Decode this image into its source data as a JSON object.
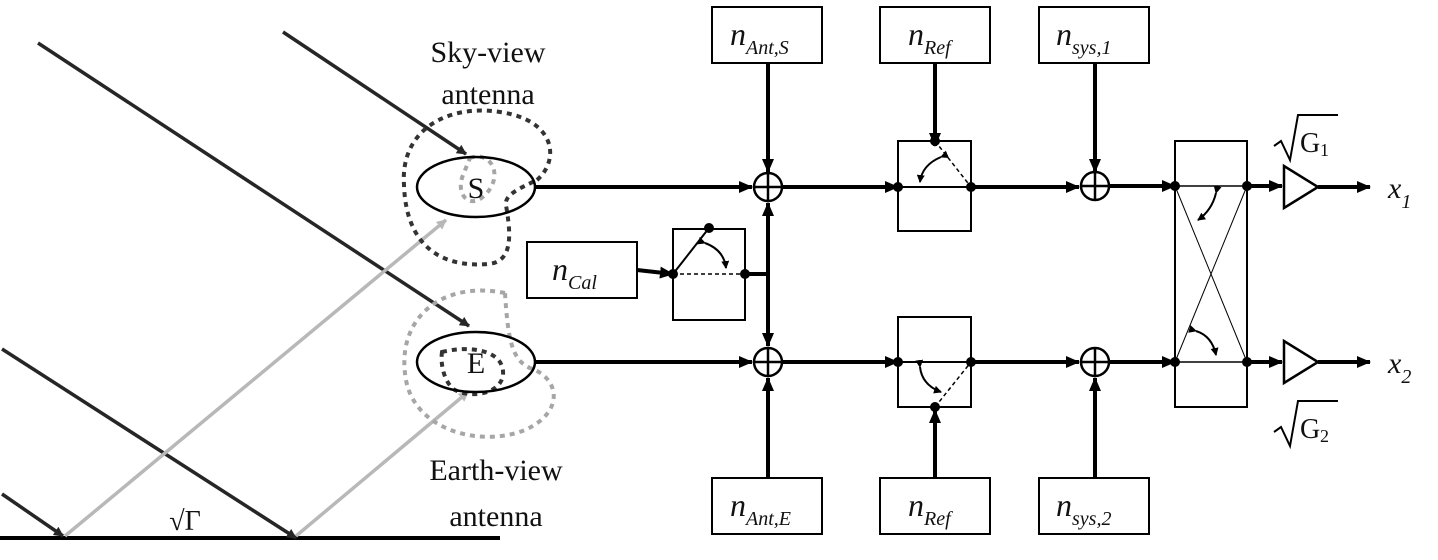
{
  "antennas": {
    "sky": {
      "title_line1": "Sky-view",
      "title_line2": "antenna",
      "symbol": "S"
    },
    "earth": {
      "title_line1": "Earth-view",
      "title_line2": "antenna",
      "symbol": "E"
    }
  },
  "reflection": {
    "label": "√Γ"
  },
  "noise_sources": {
    "ant_s": {
      "main": "n",
      "sub": "Ant,S"
    },
    "ref_top": {
      "main": "n",
      "sub": "Ref"
    },
    "sys_1": {
      "main": "n",
      "sub": "sys,1"
    },
    "cal": {
      "main": "n",
      "sub": "Cal"
    },
    "ant_e": {
      "main": "n",
      "sub": "Ant,E"
    },
    "ref_bottom": {
      "main": "n",
      "sub": "Ref"
    },
    "sys_2": {
      "main": "n",
      "sub": "sys,2"
    }
  },
  "gains": {
    "g1": {
      "radical": "√",
      "text": "G",
      "sub": "1"
    },
    "g2": {
      "radical": "√",
      "text": "G",
      "sub": "2"
    }
  },
  "outputs": {
    "x1": {
      "main": "x",
      "sub": "1"
    },
    "x2": {
      "main": "x",
      "sub": "2"
    }
  },
  "colors": {
    "dark": "#262626",
    "light": "#b8b8b8",
    "dotted_dark": "#333333",
    "dotted_light": "#a6a6a6"
  }
}
